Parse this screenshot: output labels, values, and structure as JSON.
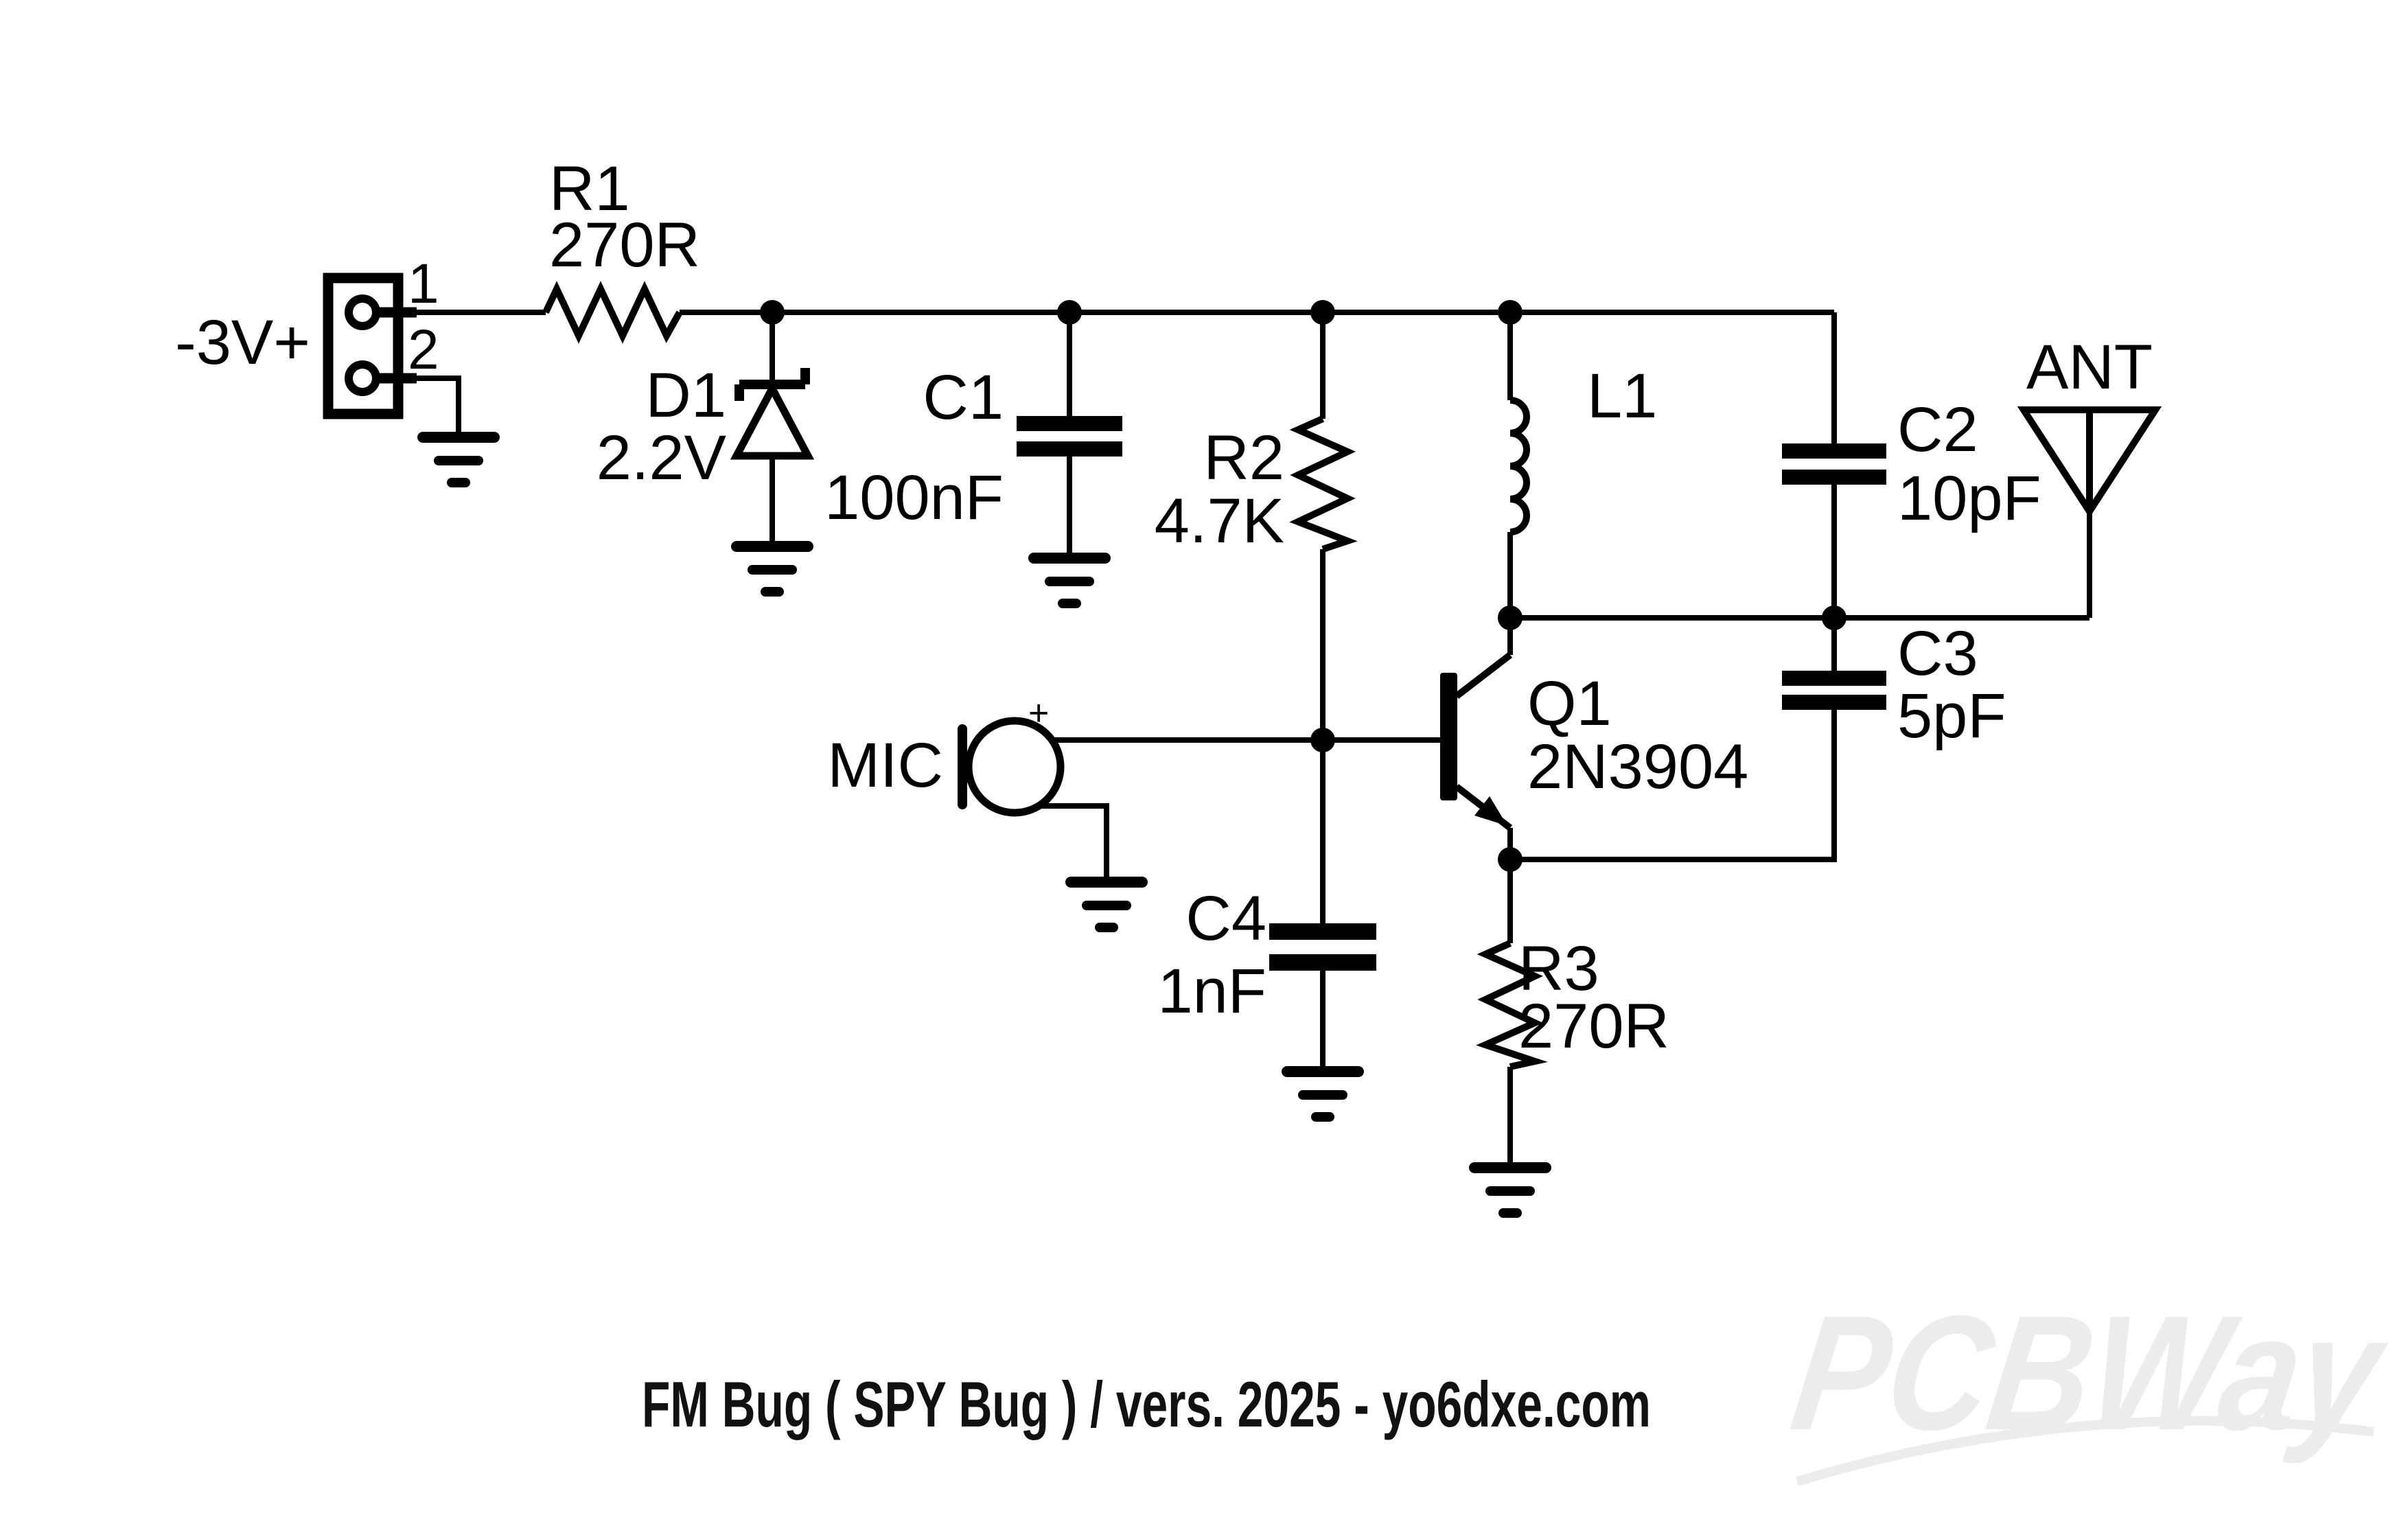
{
  "page": {
    "background": "#ffffff",
    "ink": "#000000",
    "watermark_color": "#ececec"
  },
  "caption": "FM Bug ( SPY Bug ) / vers. 2025 - yo6dxe.com",
  "watermark": "PCBWay",
  "power_header": {
    "label": "-3V+",
    "pin1": "1",
    "pin2": "2"
  },
  "components": {
    "r1": {
      "ref": "R1",
      "value": "270R"
    },
    "d1": {
      "ref": "D1",
      "value": "2.2V"
    },
    "c1": {
      "ref": "C1",
      "value": "100nF"
    },
    "r2": {
      "ref": "R2",
      "value": "4.7K"
    },
    "l1": {
      "ref": "L1"
    },
    "c2": {
      "ref": "C2",
      "value": "10pF"
    },
    "c3": {
      "ref": "C3",
      "value": "5pF"
    },
    "q1": {
      "ref": "Q1",
      "value": "2N3904"
    },
    "c4": {
      "ref": "C4",
      "value": "1nF"
    },
    "r3": {
      "ref": "R3",
      "value": "270R"
    },
    "mic": {
      "ref": "MIC",
      "polarity": "+"
    },
    "ant": {
      "ref": "ANT"
    }
  }
}
